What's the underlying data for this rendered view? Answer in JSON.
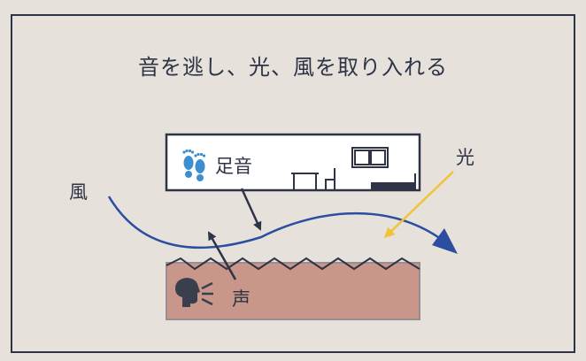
{
  "title": "音を逃し、光、風を取り入れる",
  "labels": {
    "wind": "風",
    "light": "光",
    "footsteps": "足音",
    "voice": "声"
  },
  "icons": {
    "footsteps": "footprints-icon",
    "voice": "speaking-head-icon",
    "furniture": "room-furniture-icons"
  },
  "colors": {
    "background": "#e6e1db",
    "frame": "#2e3445",
    "wind_arrow": "#2b4ea0",
    "light_arrow": "#f0c33a",
    "sound_arrow": "#2e3445",
    "lower_floor_fill": "#c9978a",
    "footprint_blue": "#3b8fd0",
    "voice_icon": "#3a3f4e"
  }
}
